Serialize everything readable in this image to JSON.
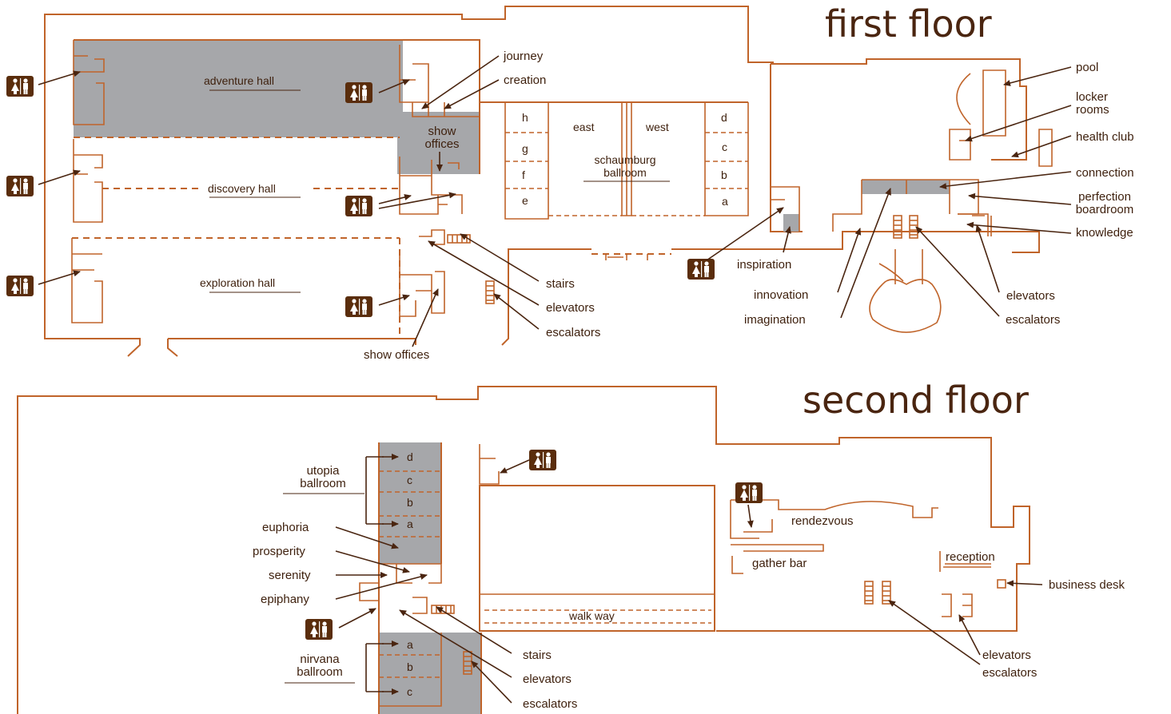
{
  "colors": {
    "wall": "#c0642a",
    "grey_room": "#a6a7aa",
    "text": "#3d1f0c",
    "restroom_icon": "#5a2d0c"
  },
  "icons": {
    "restroom": "restroom-icon"
  },
  "first_floor": {
    "title": "first floor",
    "halls": {
      "adventure": "adventure hall",
      "discovery": "discovery hall",
      "exploration": "exploration hall"
    },
    "show_offices_top": "show\noffices",
    "show_offices_bottom": "show offices",
    "rooms_left": {
      "journey": "journey",
      "creation": "creation"
    },
    "ballroom": {
      "name": "schaumburg\nballroom",
      "east": "east",
      "west": "west",
      "left_sections": [
        "h",
        "g",
        "f",
        "e"
      ],
      "right_sections": [
        "d",
        "c",
        "b",
        "a"
      ]
    },
    "center_labels": {
      "stairs": "stairs",
      "elevators": "elevators",
      "escalators": "escalators"
    },
    "right_labels": {
      "pool": "pool",
      "locker_rooms": "locker\nrooms",
      "health_club": "health club",
      "connection": "connection",
      "perfection_boardroom": "perfection\nboardroom",
      "knowledge": "knowledge",
      "elevators": "elevators",
      "escalators": "escalators",
      "inspiration": "inspiration",
      "innovation": "innovation",
      "imagination": "imagination"
    }
  },
  "second_floor": {
    "title": "second floor",
    "utopia": {
      "name": "utopia\nballroom",
      "sections": [
        "d",
        "c",
        "b",
        "a"
      ]
    },
    "nirvana": {
      "name": "nirvana\nballroom",
      "sections": [
        "a",
        "b",
        "c"
      ]
    },
    "rooms": {
      "euphoria": "euphoria",
      "prosperity": "prosperity",
      "serenity": "serenity",
      "epiphany": "epiphany"
    },
    "center_labels": {
      "stairs": "stairs",
      "elevators": "elevators",
      "escalators": "escalators"
    },
    "walk_way": "walk way",
    "rendezvous": "rendezvous",
    "gather_bar": "gather bar",
    "reception": "reception",
    "business_desk": "business desk",
    "right_labels": {
      "elevators": "elevators",
      "escalators": "escalators"
    }
  }
}
